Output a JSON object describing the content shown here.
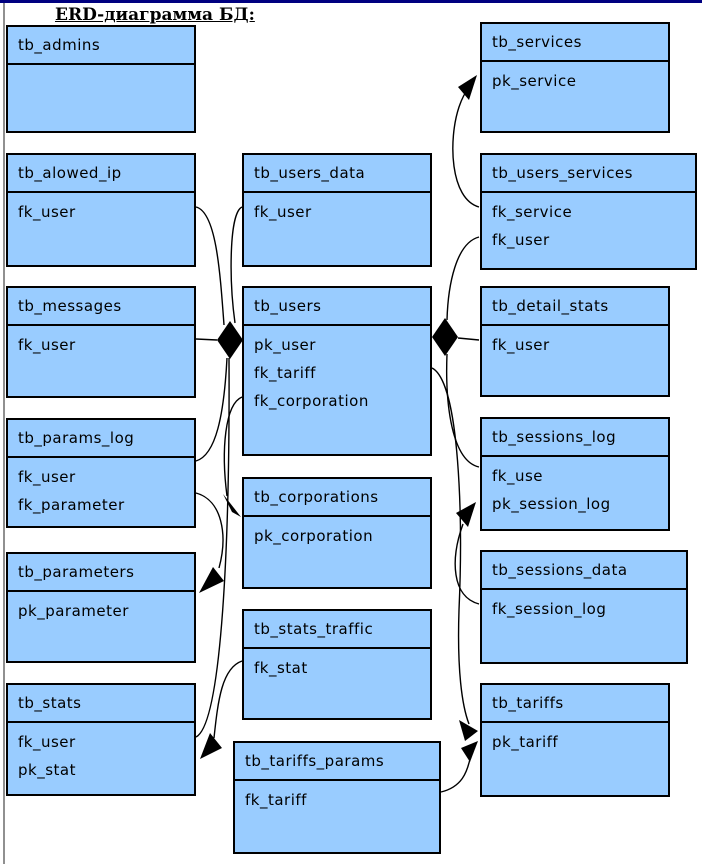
{
  "page": {
    "title": "ERD-диаграмма БД:"
  },
  "colors": {
    "table_fill": "#99CCFF",
    "table_border": "#000000",
    "top_rule": "#000080",
    "side_rule": "#909090",
    "connector": "#000000"
  },
  "tables": [
    {
      "name": "tb_admins",
      "fields": []
    },
    {
      "name": "tb_alowed_ip",
      "fields": [
        "fk_user"
      ]
    },
    {
      "name": "tb_messages",
      "fields": [
        "fk_user"
      ]
    },
    {
      "name": "tb_params_log",
      "fields": [
        "fk_user",
        "fk_parameter"
      ]
    },
    {
      "name": "tb_parameters",
      "fields": [
        "pk_parameter"
      ]
    },
    {
      "name": "tb_stats",
      "fields": [
        "fk_user",
        "pk_stat"
      ]
    },
    {
      "name": "tb_users_data",
      "fields": [
        "fk_user"
      ]
    },
    {
      "name": "tb_users",
      "fields": [
        "pk_user",
        "fk_tariff",
        "fk_corporation"
      ]
    },
    {
      "name": "tb_corporations",
      "fields": [
        "pk_corporation"
      ]
    },
    {
      "name": "tb_stats_traffic",
      "fields": [
        "fk_stat"
      ]
    },
    {
      "name": "tb_tariffs_params",
      "fields": [
        "fk_tariff"
      ]
    },
    {
      "name": "tb_services",
      "fields": [
        "pk_service"
      ]
    },
    {
      "name": "tb_users_services",
      "fields": [
        "fk_service",
        "fk_user"
      ]
    },
    {
      "name": "tb_detail_stats",
      "fields": [
        "fk_user"
      ]
    },
    {
      "name": "tb_sessions_log",
      "fields": [
        "fk_use",
        "pk_session_log"
      ]
    },
    {
      "name": "tb_sessions_data",
      "fields": [
        "fk_session_log"
      ]
    },
    {
      "name": "tb_tariffs",
      "fields": [
        "pk_tariff"
      ]
    }
  ],
  "relations": [
    {
      "from": "tb_alowed_ip.fk_user",
      "to": "tb_users.pk_user"
    },
    {
      "from": "tb_messages.fk_user",
      "to": "tb_users.pk_user"
    },
    {
      "from": "tb_params_log.fk_user",
      "to": "tb_users.pk_user"
    },
    {
      "from": "tb_stats.fk_user",
      "to": "tb_users.pk_user"
    },
    {
      "from": "tb_users_data.fk_user",
      "to": "tb_users.pk_user"
    },
    {
      "from": "tb_users_services.fk_user",
      "to": "tb_users.pk_user"
    },
    {
      "from": "tb_detail_stats.fk_user",
      "to": "tb_users.pk_user"
    },
    {
      "from": "tb_sessions_log.fk_use",
      "to": "tb_users.pk_user"
    },
    {
      "from": "tb_users.fk_tariff",
      "to": "tb_tariffs.pk_tariff"
    },
    {
      "from": "tb_tariffs_params.fk_tariff",
      "to": "tb_tariffs.pk_tariff"
    },
    {
      "from": "tb_users.fk_corporation",
      "to": "tb_corporations.pk_corporation"
    },
    {
      "from": "tb_params_log.fk_parameter",
      "to": "tb_parameters.pk_parameter"
    },
    {
      "from": "tb_stats_traffic.fk_stat",
      "to": "tb_stats.pk_stat"
    },
    {
      "from": "tb_users_services.fk_service",
      "to": "tb_services.pk_service"
    },
    {
      "from": "tb_sessions_data.fk_session_log",
      "to": "tb_sessions_log.pk_session_log"
    }
  ]
}
